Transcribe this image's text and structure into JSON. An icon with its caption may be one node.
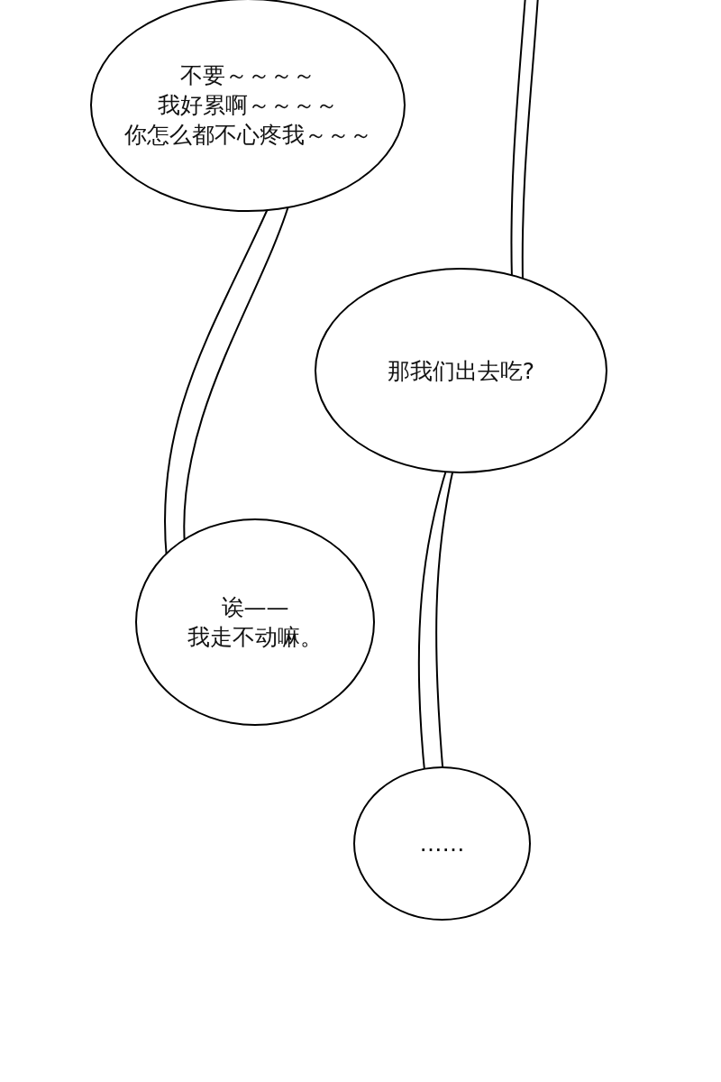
{
  "diagram": {
    "nodes": [
      {
        "text": [
          "不要～～～～",
          "我好累啊～～～～",
          "你怎么都不心疼我～～～"
        ]
      },
      {
        "text": [
          "那我们出去吃?"
        ]
      },
      {
        "text": [
          "诶——",
          "我走不动嘛。"
        ]
      },
      {
        "text": [
          "……"
        ]
      }
    ],
    "edges": [
      {
        "from": null,
        "to": 1,
        "arrow": "none"
      },
      {
        "from": 0,
        "to": 2,
        "arrow": "none"
      },
      {
        "from": 1,
        "to": 3,
        "arrow": "none"
      }
    ]
  }
}
